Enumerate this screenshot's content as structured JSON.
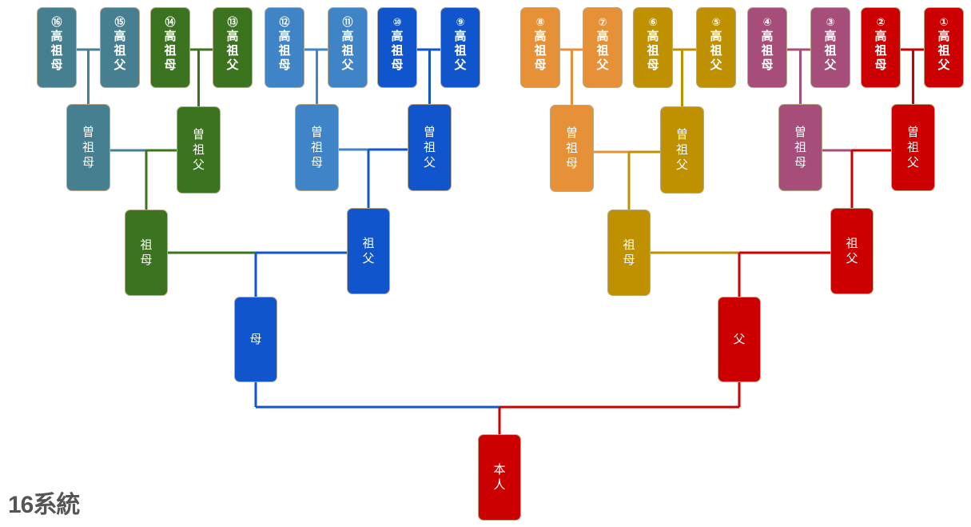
{
  "title": "16系統",
  "colors": {
    "teal": "#467f8f",
    "green": "#3b731f",
    "lightblue": "#3f84c6",
    "blue": "#1155cc",
    "orange": "#e69138",
    "gold": "#bf9000",
    "mauve": "#a64d79",
    "red": "#cc0000"
  },
  "gen4": [
    {
      "num": "⑯",
      "label": "高祖母",
      "color": "teal"
    },
    {
      "num": "⑮",
      "label": "高祖父",
      "color": "teal"
    },
    {
      "num": "⑭",
      "label": "高祖母",
      "color": "green"
    },
    {
      "num": "⑬",
      "label": "高祖父",
      "color": "green"
    },
    {
      "num": "⑫",
      "label": "高祖母",
      "color": "lightblue"
    },
    {
      "num": "⑪",
      "label": "高祖父",
      "color": "lightblue"
    },
    {
      "num": "⑩",
      "label": "高祖母",
      "color": "blue"
    },
    {
      "num": "⑨",
      "label": "高祖父",
      "color": "blue"
    },
    {
      "num": "⑧",
      "label": "高祖母",
      "color": "orange"
    },
    {
      "num": "⑦",
      "label": "高祖父",
      "color": "orange"
    },
    {
      "num": "⑥",
      "label": "高祖母",
      "color": "gold"
    },
    {
      "num": "⑤",
      "label": "高祖父",
      "color": "gold"
    },
    {
      "num": "④",
      "label": "高祖母",
      "color": "mauve"
    },
    {
      "num": "③",
      "label": "高祖父",
      "color": "mauve"
    },
    {
      "num": "②",
      "label": "高祖母",
      "color": "red"
    },
    {
      "num": "①",
      "label": "高祖父",
      "color": "red"
    }
  ],
  "gen3": [
    {
      "label": "曽祖母",
      "color": "teal"
    },
    {
      "label": "曽祖父",
      "color": "green"
    },
    {
      "label": "曽祖母",
      "color": "lightblue"
    },
    {
      "label": "曽祖父",
      "color": "blue"
    },
    {
      "label": "曽祖母",
      "color": "orange"
    },
    {
      "label": "曽祖父",
      "color": "gold"
    },
    {
      "label": "曽祖母",
      "color": "mauve"
    },
    {
      "label": "曽祖父",
      "color": "red"
    }
  ],
  "gen2": [
    {
      "label": "祖母",
      "color": "green"
    },
    {
      "label": "祖父",
      "color": "blue"
    },
    {
      "label": "祖母",
      "color": "gold"
    },
    {
      "label": "祖父",
      "color": "red"
    }
  ],
  "gen1": [
    {
      "label": "母",
      "color": "blue"
    },
    {
      "label": "父",
      "color": "red"
    }
  ],
  "self": {
    "label": "本人",
    "color": "red"
  }
}
